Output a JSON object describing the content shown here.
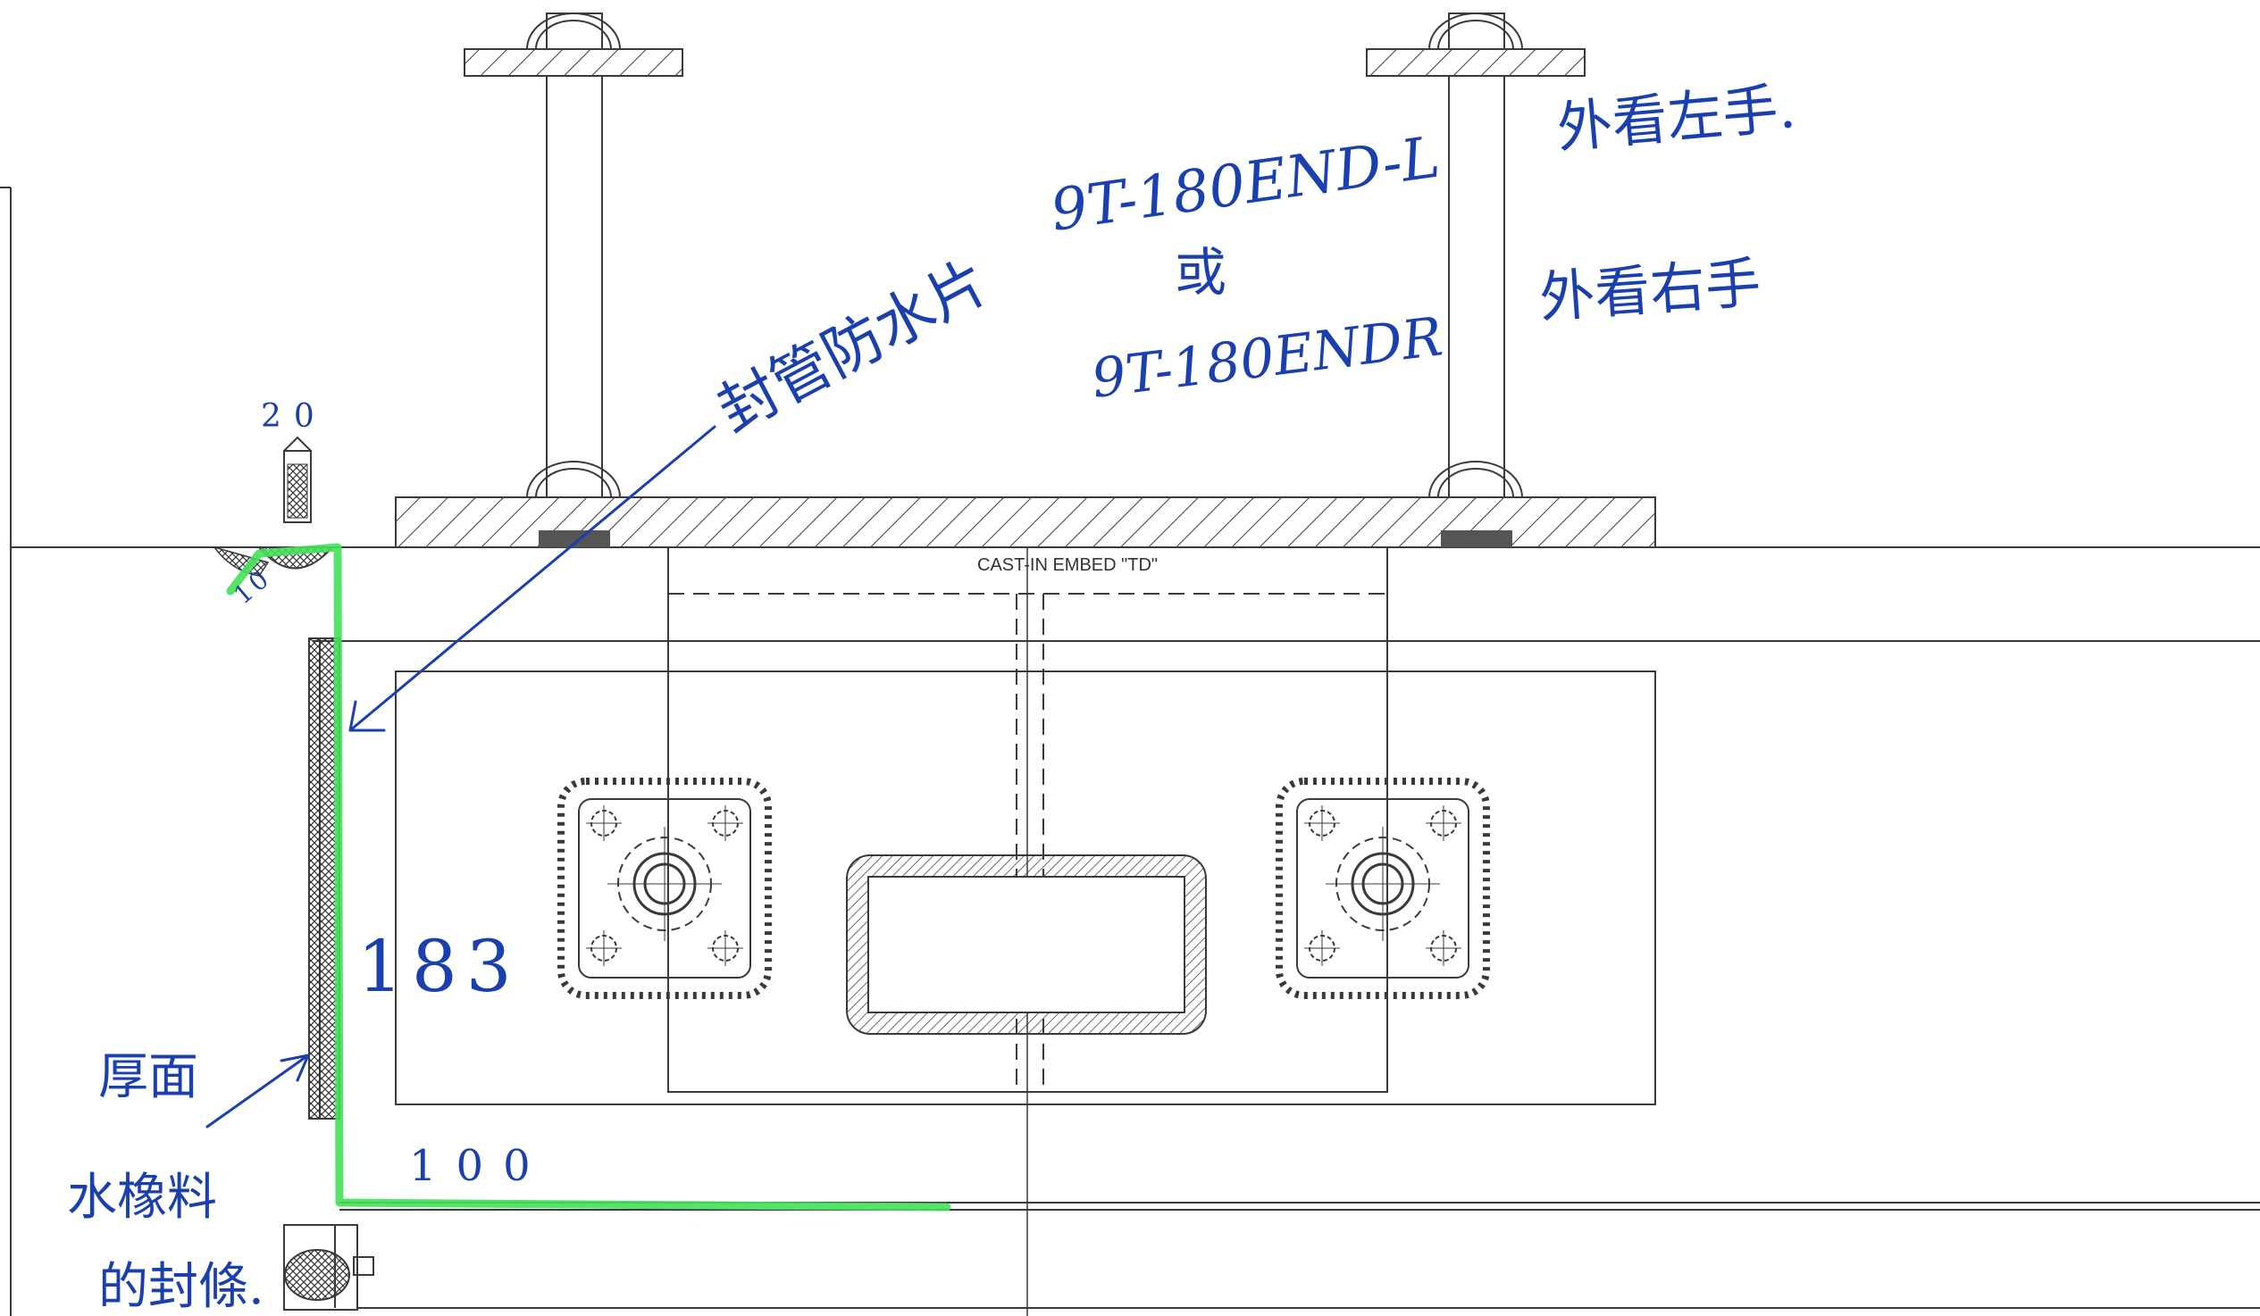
{
  "drawing": {
    "embed_label": "CAST-IN EMBED \"TD\"",
    "part_left": "9T-180END-L",
    "part_or": "或",
    "part_right": "9T-180ENDR",
    "note_left_hand": "外看左手.",
    "note_right_hand": "外看右手",
    "note_waterproof_strip": "封管防水片",
    "note_seal": "厚面 水橡料 的封條.",
    "dim_top": "20",
    "dim_small": "10",
    "dim_vertical": "183",
    "dim_horizontal": "100"
  },
  "colors": {
    "line": "#3a3a3a",
    "annotation": "#1a3fae",
    "highlight": "#43e05a"
  }
}
